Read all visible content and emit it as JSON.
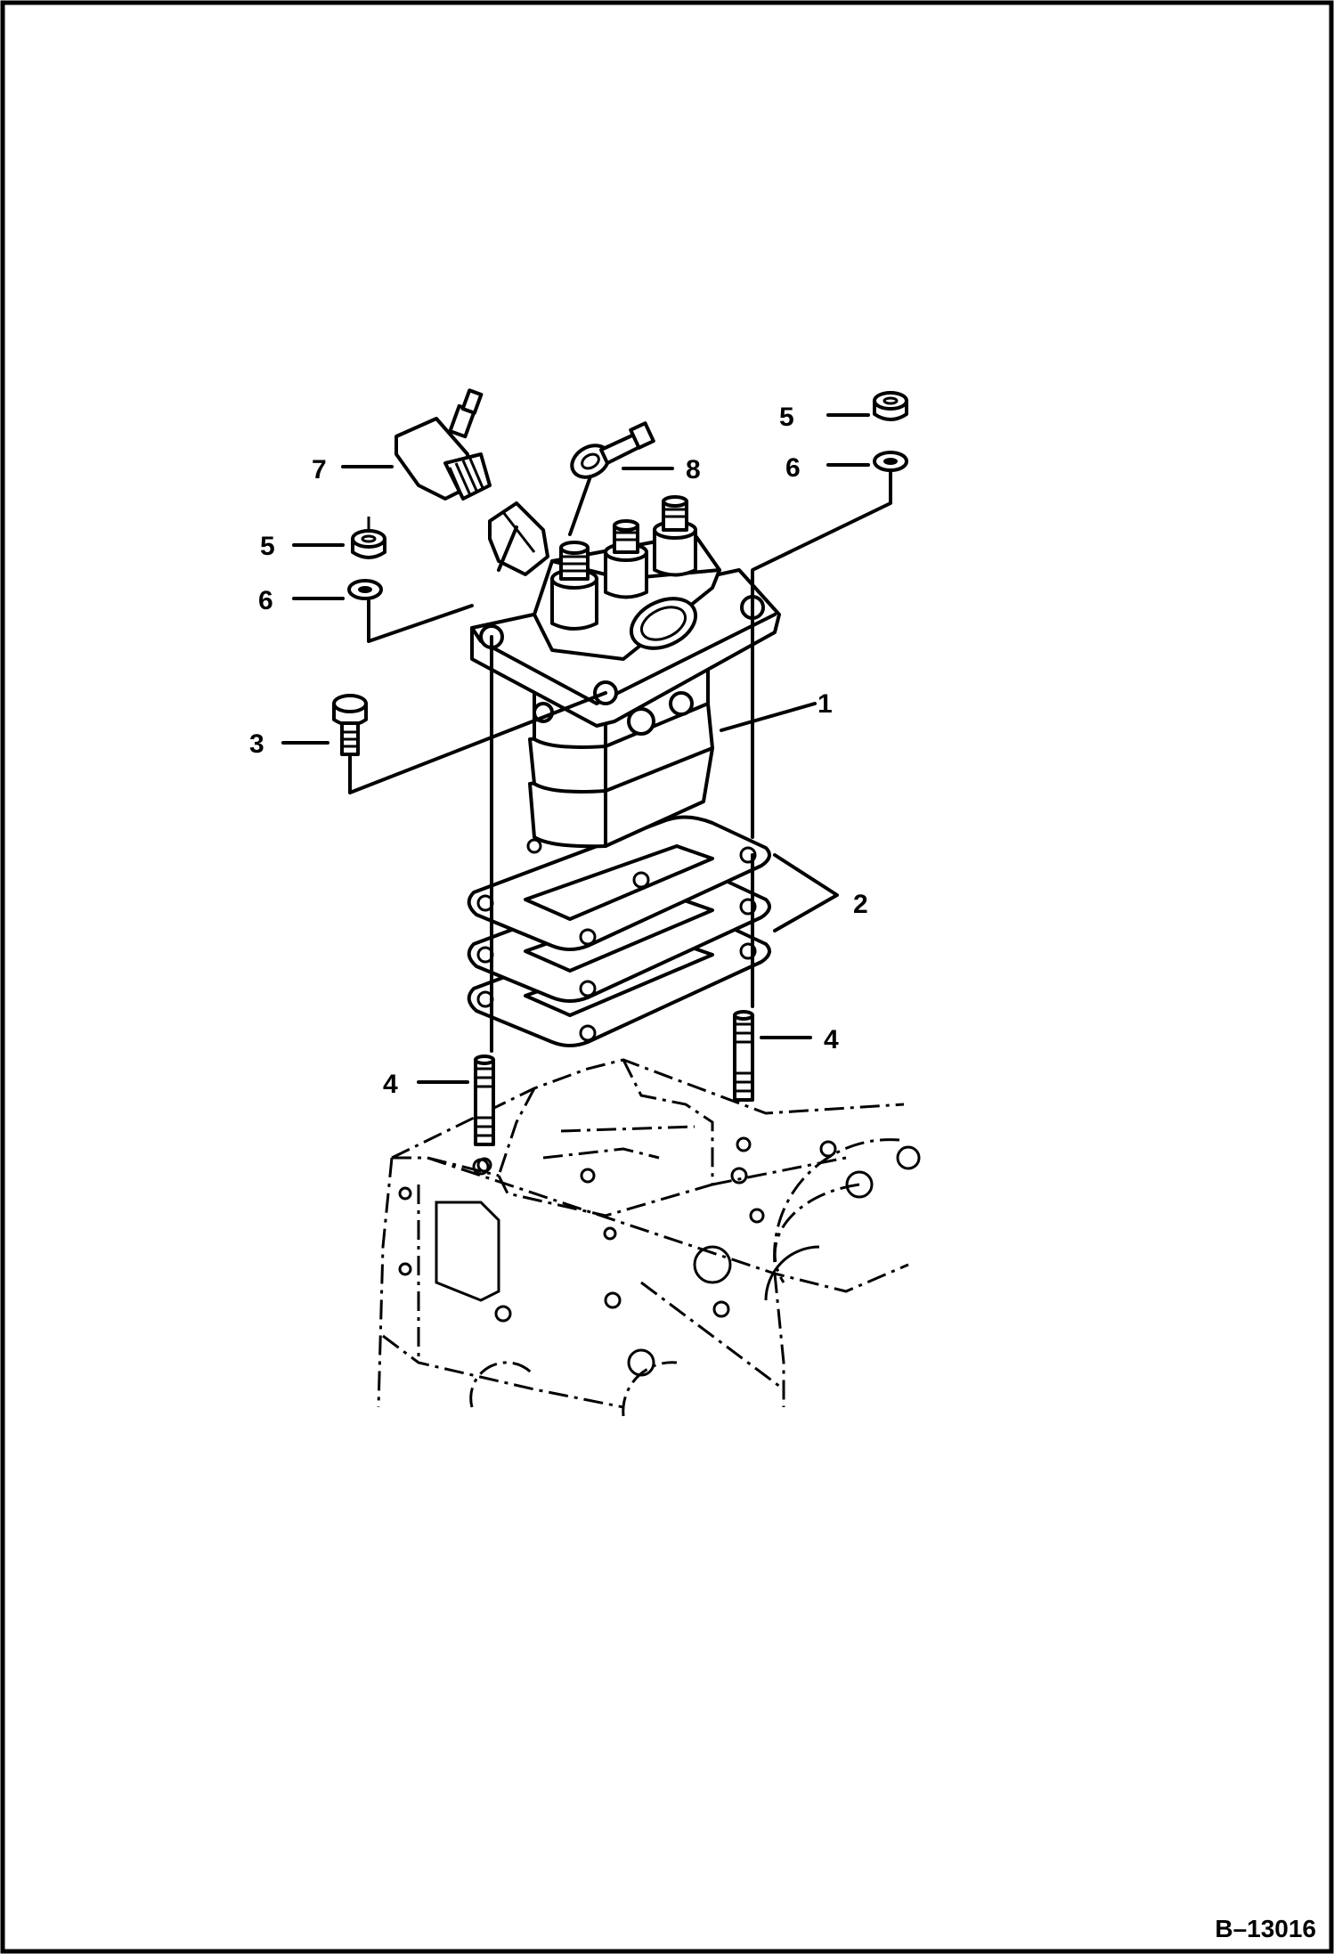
{
  "figure": {
    "reference_number": "B–13016",
    "callouts": [
      {
        "id": "c1",
        "label": "1"
      },
      {
        "id": "c2",
        "label": "2"
      },
      {
        "id": "c3",
        "label": "3"
      },
      {
        "id": "c4a",
        "label": "4"
      },
      {
        "id": "c4b",
        "label": "4"
      },
      {
        "id": "c5a",
        "label": "5"
      },
      {
        "id": "c5b",
        "label": "5"
      },
      {
        "id": "c6a",
        "label": "6"
      },
      {
        "id": "c6b",
        "label": "6"
      },
      {
        "id": "c7",
        "label": "7"
      },
      {
        "id": "c8",
        "label": "8"
      }
    ]
  }
}
